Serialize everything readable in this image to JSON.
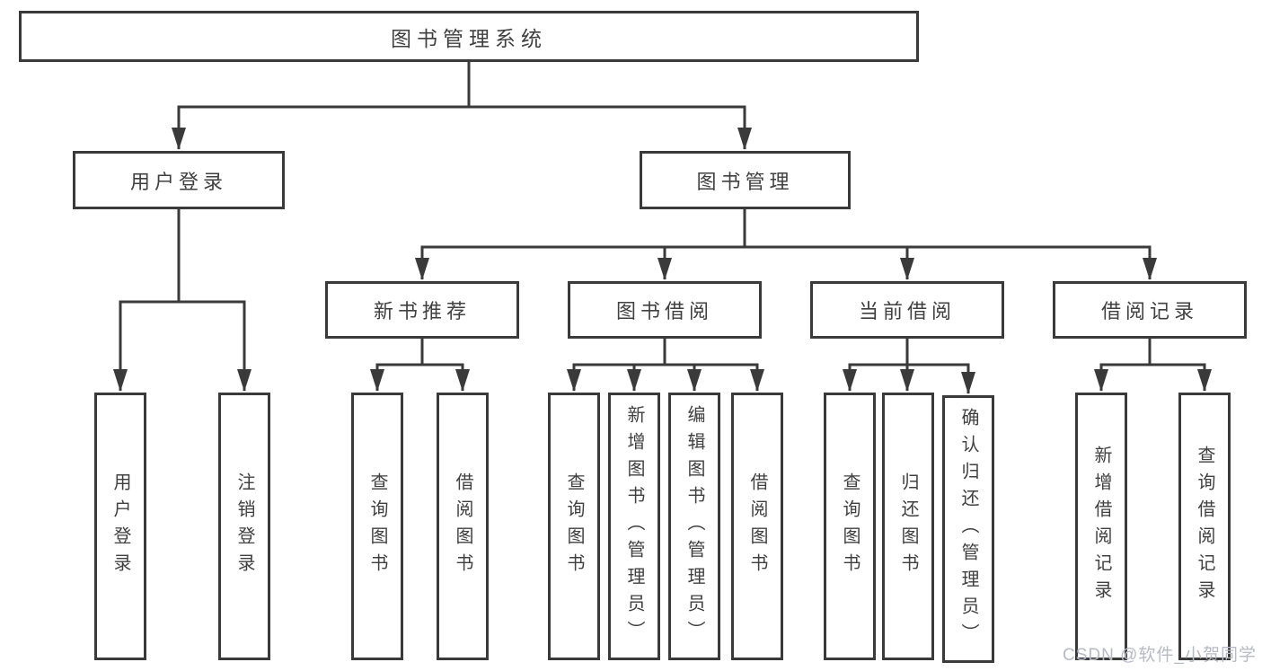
{
  "tree": {
    "root": {
      "label": "图书管理系统",
      "children": [
        {
          "label": "用户登录",
          "children": [
            {
              "label": "用户登录"
            },
            {
              "label": "注销登录"
            }
          ]
        },
        {
          "label": "图书管理",
          "children": [
            {
              "label": "新书推荐",
              "children": [
                {
                  "label": "查询图书"
                },
                {
                  "label": "借阅图书"
                }
              ]
            },
            {
              "label": "图书借阅",
              "children": [
                {
                  "label": "查询图书"
                },
                {
                  "label": "新增图书（管理员）"
                },
                {
                  "label": "编辑图书（管理员）"
                },
                {
                  "label": "借阅图书"
                }
              ]
            },
            {
              "label": "当前借阅",
              "children": [
                {
                  "label": "查询图书"
                },
                {
                  "label": "归还图书"
                },
                {
                  "label": "确认归还（管理员）"
                }
              ]
            },
            {
              "label": "借阅记录",
              "children": [
                {
                  "label": "新增借阅记录"
                },
                {
                  "label": "查询借阅记录"
                }
              ]
            }
          ]
        }
      ]
    }
  },
  "watermark": {
    "text": "CSDN @软件_小贺同学"
  },
  "colors": {
    "line": "#3a3a3a",
    "box_border": "#3a3a3a",
    "box_fill": "#ffffff",
    "text": "#404040",
    "watermark": "#b6bac4",
    "background": "#ffffff"
  }
}
